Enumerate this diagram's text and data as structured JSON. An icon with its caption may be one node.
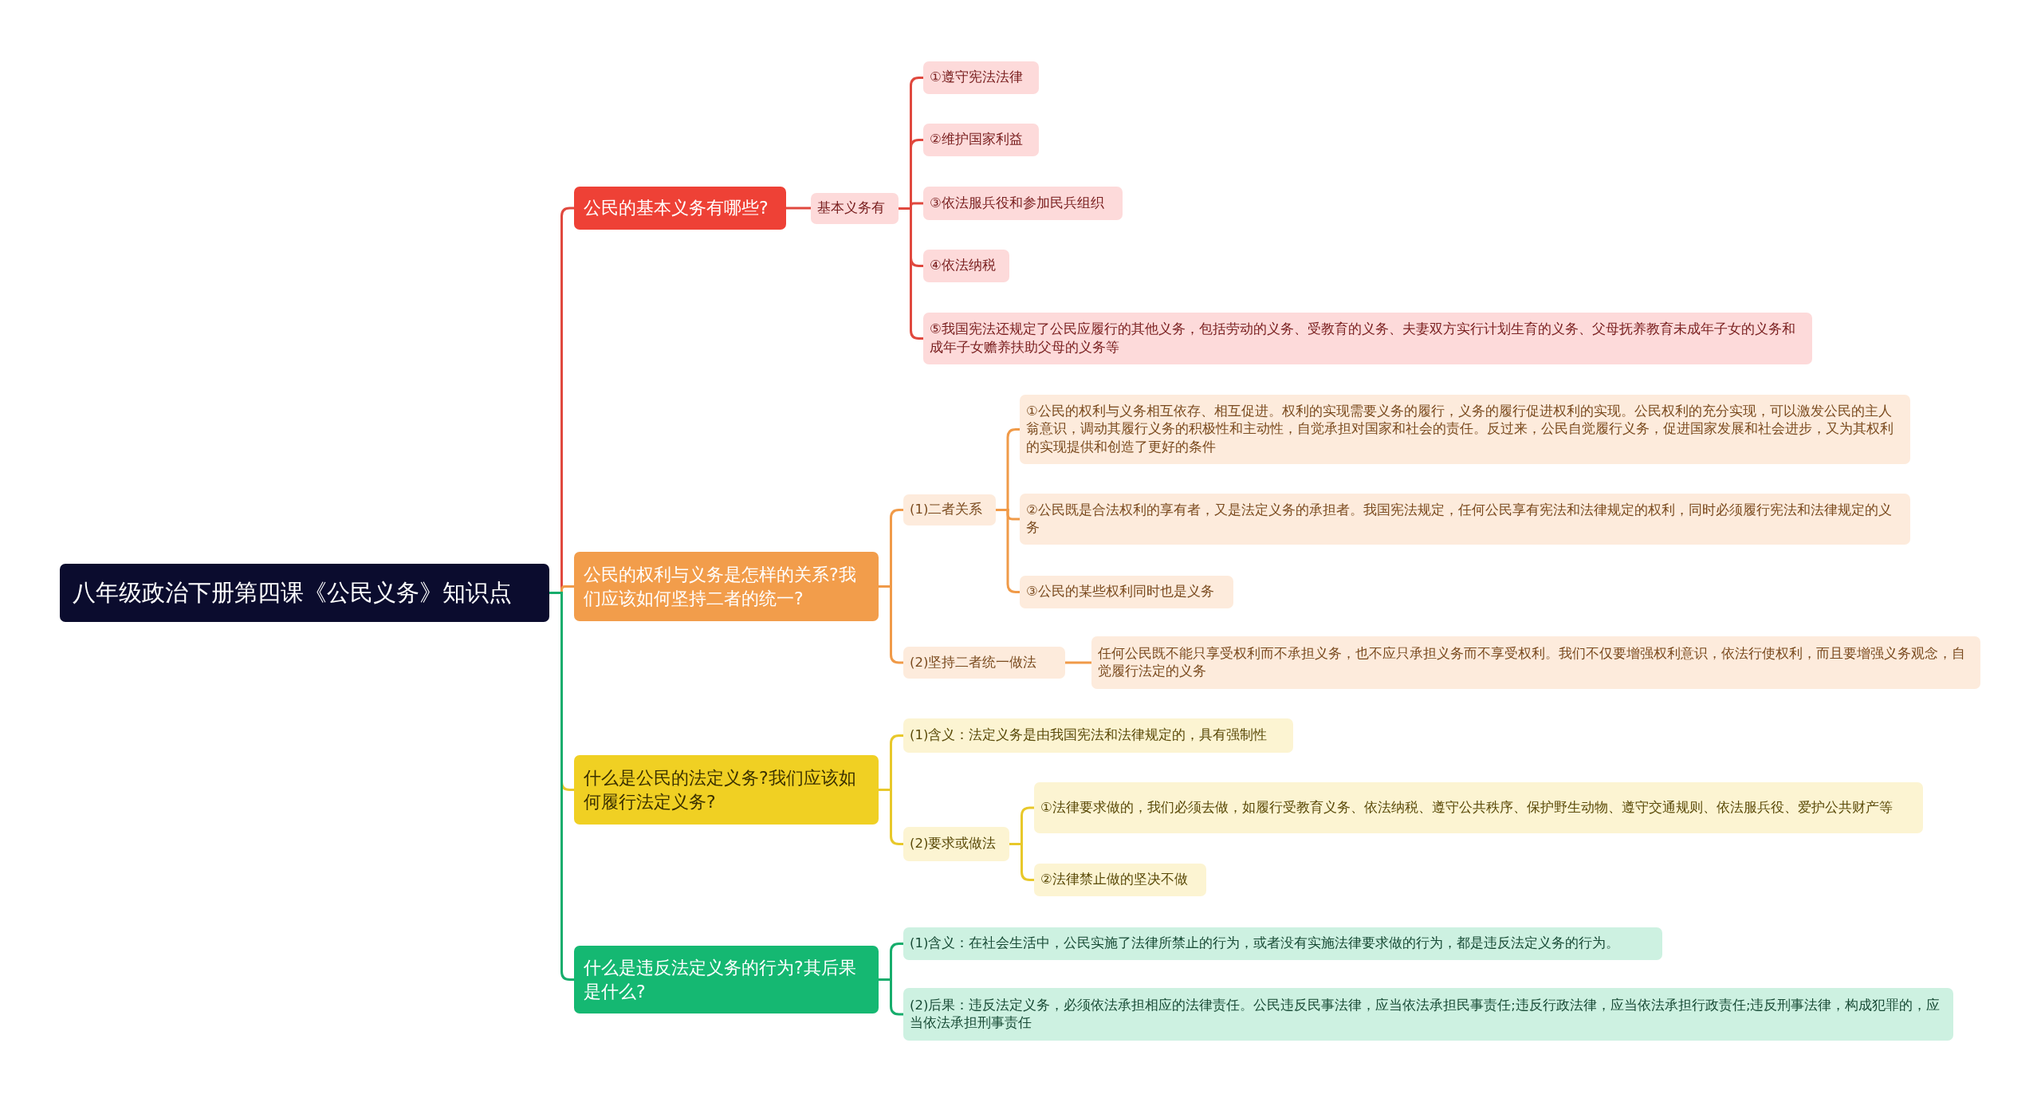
{
  "diagram": {
    "nodes": [
      {
        "text": [
          "八年级政治下册第四课《公民义务》知识点"
        ]
      },
      {
        "text": [
          "公民的基本义务有哪些?"
        ]
      },
      {
        "text": [
          "基本义务有"
        ]
      },
      {
        "text": [
          "①遵守宪法法律"
        ]
      },
      {
        "text": [
          "②维护国家利益"
        ]
      },
      {
        "text": [
          "③依法服兵役和参加民兵组织"
        ]
      },
      {
        "text": [
          "④依法纳税"
        ]
      },
      {
        "text": [
          "⑤我国宪法还规定了公民应履行的其他义务，包括劳动的义务、受教育的义务、夫妻双方实行计划生育的义务、父母抚养教育未成年子女的义务和成年子女赡养扶助父母的义务等"
        ]
      },
      {
        "text": [
          "公民的权利与义务是怎样的关系?我们应该如何坚持二者的统一?"
        ]
      },
      {
        "text": [
          "(1)二者关系"
        ]
      },
      {
        "text": [
          "①公民的权利与义务相互依存、相互促进。权利的实现需要义务的履行，义务的履行促进权利的实现。公民权利的充分实现，可以激发公民的主人翁意识，调动其履行义务的积极性和主动性，自觉承担对国家和社会的责任。反过来，公民自觉履行义务，促进国家发展和社会进步，又为其权利的实现提供和创造了更好的条件"
        ]
      },
      {
        "text": [
          "②公民既是合法权利的享有者，又是法定义务的承担者。我国宪法规定，任何公民享有宪法和法律规定的权利，同时必须履行宪法和法律规定的义务"
        ]
      },
      {
        "text": [
          "③公民的某些权利同时也是义务"
        ]
      },
      {
        "text": [
          "(2)坚持二者统一做法"
        ]
      },
      {
        "text": [
          "任何公民既不能只享受权利而不承担义务，也不应只承担义务而不享受权利。我们不仅要增强权利意识，依法行使权利，而且要增强义务观念，自觉履行法定的义务"
        ]
      },
      {
        "text": [
          "什么是公民的法定义务?我们应该如何履行法定义务?"
        ]
      },
      {
        "text": [
          "(1)含义：法定义务是由我国宪法和法律规定的，具有强制性"
        ]
      },
      {
        "text": [
          "(2)要求或做法"
        ]
      },
      {
        "text": [
          "①法律要求做的，我们必须去做，如履行受教育义务、依法纳税、遵守公共秩序、保护野生动物、遵守交通规则、依法服兵役、爱护公共财产等"
        ]
      },
      {
        "text": [
          "②法律禁止做的坚决不做"
        ]
      },
      {
        "text": [
          "什么是违反法定义务的行为?其后果是什么?"
        ]
      },
      {
        "text": [
          "(1)含义：在社会生活中，公民实施了法律所禁止的行为，或者没有实施法律要求做的行为，都是违反法定义务的行为。"
        ]
      },
      {
        "text": [
          "(2)后果：违反法定义务，必须依法承担相应的法律责任。公民违反民事法律，应当依法承担民事责任;违反行政法律，应当依法承担行政责任;违反刑事法律，构成犯罪的，应当依法承担刑事责任"
        ]
      }
    ],
    "edges": [
      {
        "from": 0,
        "to": 1,
        "arrow": "none",
        "color": "#e0483e"
      },
      {
        "from": 1,
        "to": 2,
        "arrow": "none",
        "color": "#e0483e"
      },
      {
        "from": 2,
        "to": 3,
        "arrow": "none",
        "color": "#e0483e"
      },
      {
        "from": 2,
        "to": 4,
        "arrow": "none",
        "color": "#e0483e"
      },
      {
        "from": 2,
        "to": 5,
        "arrow": "none",
        "color": "#e0483e"
      },
      {
        "from": 2,
        "to": 6,
        "arrow": "none",
        "color": "#e0483e"
      },
      {
        "from": 2,
        "to": 7,
        "arrow": "none",
        "color": "#e0483e"
      },
      {
        "from": 0,
        "to": 8,
        "arrow": "none",
        "color": "#f09a48"
      },
      {
        "from": 8,
        "to": 9,
        "arrow": "none",
        "color": "#f09a48"
      },
      {
        "from": 9,
        "to": 10,
        "arrow": "none",
        "color": "#f09a48"
      },
      {
        "from": 9,
        "to": 11,
        "arrow": "none",
        "color": "#f09a48"
      },
      {
        "from": 9,
        "to": 12,
        "arrow": "none",
        "color": "#f09a48"
      },
      {
        "from": 8,
        "to": 13,
        "arrow": "none",
        "color": "#f09a48"
      },
      {
        "from": 13,
        "to": 14,
        "arrow": "none",
        "color": "#f09a48"
      },
      {
        "from": 0,
        "to": 15,
        "arrow": "none",
        "color": "#e8c82a"
      },
      {
        "from": 15,
        "to": 16,
        "arrow": "none",
        "color": "#e8c82a"
      },
      {
        "from": 15,
        "to": 17,
        "arrow": "none",
        "color": "#e8c82a"
      },
      {
        "from": 17,
        "to": 18,
        "arrow": "none",
        "color": "#e8c82a"
      },
      {
        "from": 17,
        "to": 19,
        "arrow": "none",
        "color": "#e8c82a"
      },
      {
        "from": 0,
        "to": 20,
        "arrow": "none",
        "color": "#16ad6c"
      },
      {
        "from": 20,
        "to": 21,
        "arrow": "none",
        "color": "#16ad6c"
      },
      {
        "from": 20,
        "to": 22,
        "arrow": "none",
        "color": "#16ad6c"
      }
    ]
  }
}
